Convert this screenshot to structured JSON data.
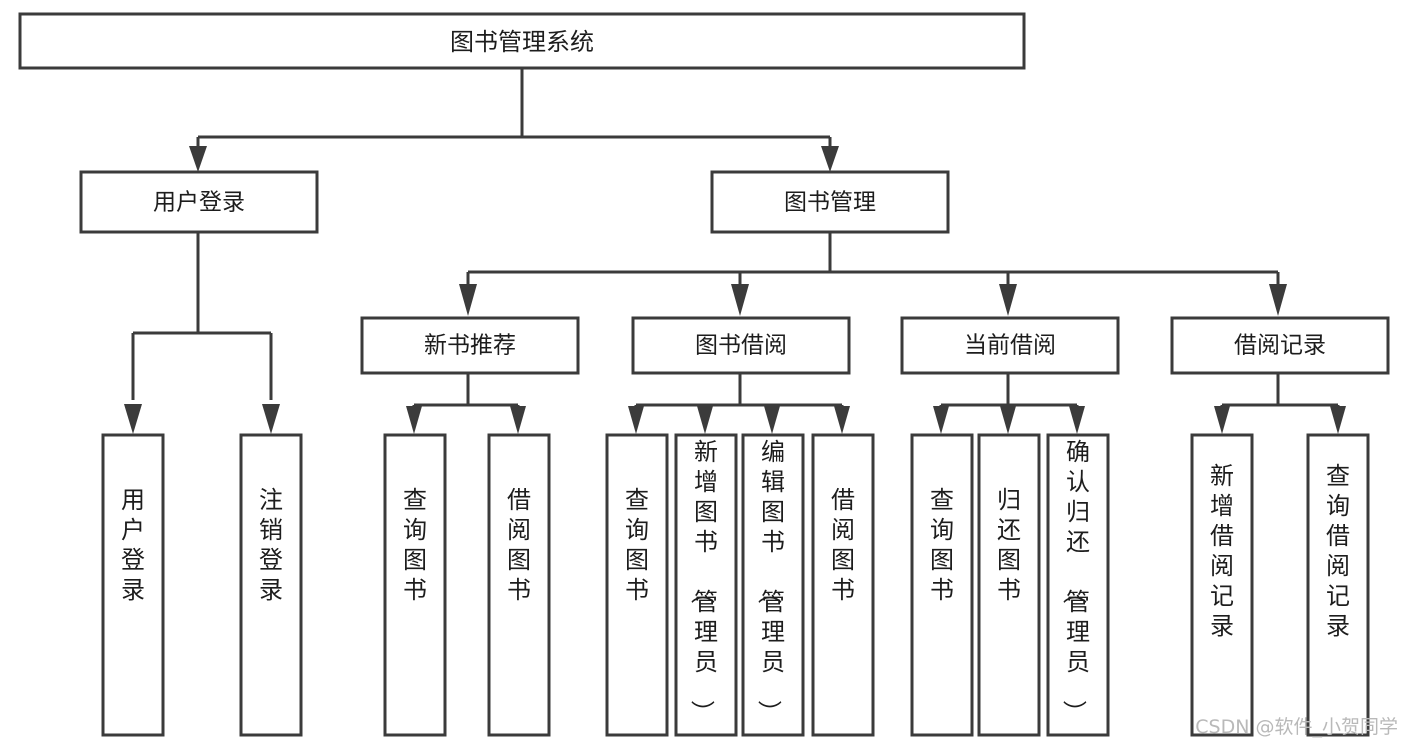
{
  "diagram": {
    "kind": "functional-structure-tree",
    "root": {
      "id": "root",
      "label": "图书管理系统"
    },
    "level2": [
      {
        "id": "user-login",
        "label": "用户登录"
      },
      {
        "id": "book-management",
        "label": "图书管理"
      }
    ],
    "level3": [
      {
        "id": "new-book-recommend",
        "label": "新书推荐",
        "parent": "book-management"
      },
      {
        "id": "book-borrow",
        "label": "图书借阅",
        "parent": "book-management"
      },
      {
        "id": "current-borrow",
        "label": "当前借阅",
        "parent": "book-management"
      },
      {
        "id": "borrow-record",
        "label": "借阅记录",
        "parent": "book-management"
      }
    ],
    "leaves": [
      {
        "id": "leaf-user-login",
        "label": "用户登录",
        "parent": "user-login"
      },
      {
        "id": "leaf-logout-login",
        "label": "注销登录",
        "parent": "user-login"
      },
      {
        "id": "leaf-query-book-1",
        "label": "查询图书",
        "parent": "new-book-recommend"
      },
      {
        "id": "leaf-borrow-book-1",
        "label": "借阅图书",
        "parent": "new-book-recommend"
      },
      {
        "id": "leaf-query-book-2",
        "label": "查询图书",
        "parent": "book-borrow"
      },
      {
        "id": "leaf-add-book",
        "label": "新增图书（管理员）",
        "parent": "book-borrow"
      },
      {
        "id": "leaf-edit-book",
        "label": "编辑图书（管理员）",
        "parent": "book-borrow"
      },
      {
        "id": "leaf-borrow-book-2",
        "label": "借阅图书",
        "parent": "book-borrow"
      },
      {
        "id": "leaf-query-book-3",
        "label": "查询图书",
        "parent": "current-borrow"
      },
      {
        "id": "leaf-return-book",
        "label": "归还图书",
        "parent": "current-borrow"
      },
      {
        "id": "leaf-confirm-return",
        "label": "确认归还（管理员）",
        "parent": "current-borrow"
      },
      {
        "id": "leaf-add-record",
        "label": "新增借阅记录",
        "parent": "borrow-record"
      },
      {
        "id": "leaf-query-record",
        "label": "查询借阅记录",
        "parent": "borrow-record"
      }
    ]
  },
  "watermark": {
    "text": "CSDN @软件_小贺同学"
  },
  "colors": {
    "stroke": "#3b3b3b",
    "fill": "#ffffff",
    "text": "#1d1d1d",
    "watermark": "#b9b9b9",
    "background": "#ffffff"
  }
}
